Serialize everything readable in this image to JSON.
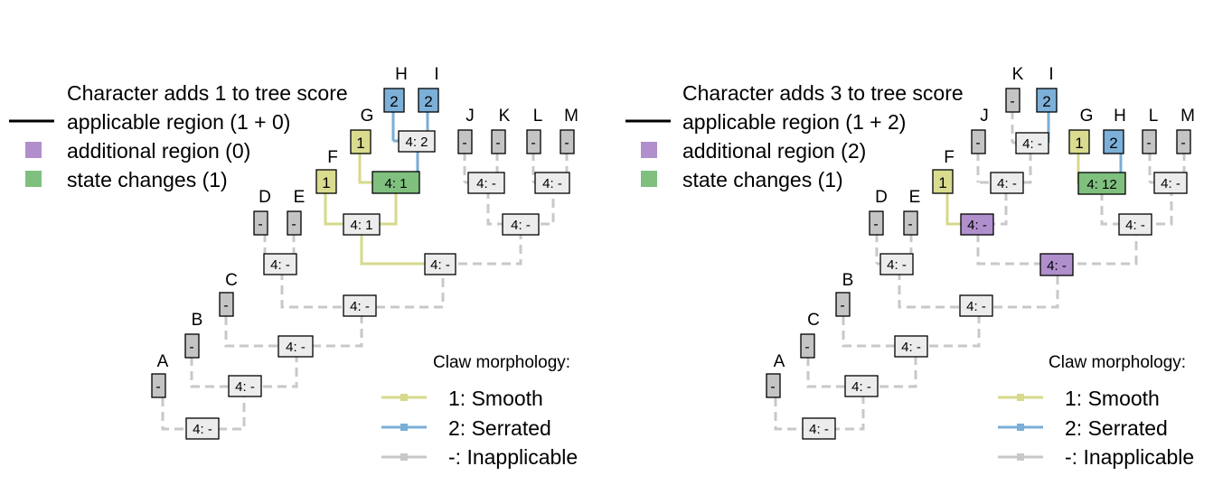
{
  "colors": {
    "smooth": "#d6d98a",
    "smooth_box": "#d9dc8f",
    "serrated": "#7aaed6",
    "serrated_box": "#7cb0d8",
    "inapplicable": "#c8c8c8",
    "leaf_grey": "#c4c4c4",
    "node_fill": "#ececec",
    "additional_region": "#b08fcc",
    "state_changes": "#7fc07f",
    "applicable_line": "#000000"
  },
  "panels": [
    {
      "summary": {
        "title": "Character adds 1 to tree score",
        "applicable": "applicable region (1 + 0)",
        "additional": "additional region (0)",
        "changes": "state changes (1)"
      },
      "legend": {
        "title": "Claw morphology:",
        "smooth": "1: Smooth",
        "serrated": "2: Serrated",
        "inapplicable": "-: Inapplicable"
      },
      "taxa": {
        "A": {
          "label": "A",
          "state": "-"
        },
        "B": {
          "label": "B",
          "state": "-"
        },
        "C": {
          "label": "C",
          "state": "-"
        },
        "D": {
          "label": "D",
          "state": "-"
        },
        "E": {
          "label": "E",
          "state": "-"
        },
        "F": {
          "label": "F",
          "state": "1"
        },
        "G": {
          "label": "G",
          "state": "1"
        },
        "H": {
          "label": "H",
          "state": "2"
        },
        "I": {
          "label": "I",
          "state": "2"
        },
        "J": {
          "label": "J",
          "state": "-"
        },
        "K": {
          "label": "K",
          "state": "-"
        },
        "L": {
          "label": "L",
          "state": "-"
        },
        "M": {
          "label": "M",
          "state": "-"
        }
      },
      "nodes": {
        "HI": "4: 2",
        "GHI": "4: 1",
        "FGHI": "4: 1",
        "JK": "4: -",
        "LM": "4: -",
        "JKLM": "4: -",
        "F_M": "4: -",
        "DE": "4: -",
        "D_M": "4: -",
        "C_M": "4: -",
        "B_M": "4: -",
        "root": "4: -"
      }
    },
    {
      "summary": {
        "title": "Character adds 3 to tree score",
        "applicable": "applicable region (1 + 2)",
        "additional": "additional region (2)",
        "changes": "state changes (1)"
      },
      "legend": {
        "title": "Claw morphology:",
        "smooth": "1: Smooth",
        "serrated": "2: Serrated",
        "inapplicable": "-: Inapplicable"
      },
      "taxa": {
        "A": {
          "label": "A",
          "state": "-"
        },
        "B": {
          "label": "B",
          "state": "-"
        },
        "C": {
          "label": "C",
          "state": "-"
        },
        "D": {
          "label": "D",
          "state": "-"
        },
        "E": {
          "label": "E",
          "state": "-"
        },
        "F": {
          "label": "F",
          "state": "1"
        },
        "J": {
          "label": "J",
          "state": "-"
        },
        "K": {
          "label": "K",
          "state": "-"
        },
        "I": {
          "label": "I",
          "state": "2"
        },
        "G": {
          "label": "G",
          "state": "1"
        },
        "H": {
          "label": "H",
          "state": "2"
        },
        "L": {
          "label": "L",
          "state": "-"
        },
        "M": {
          "label": "M",
          "state": "-"
        }
      },
      "nodes": {
        "KI": "4: -",
        "JKI": "4: -",
        "FJKI": "4: -",
        "GH": "4: 12",
        "LM": "4: -",
        "GHLM": "4: -",
        "F_M": "4: -",
        "DE": "4: -",
        "D_M": "4: -",
        "B_M": "4: -",
        "C_M": "4: -",
        "root": "4: -"
      }
    }
  ]
}
